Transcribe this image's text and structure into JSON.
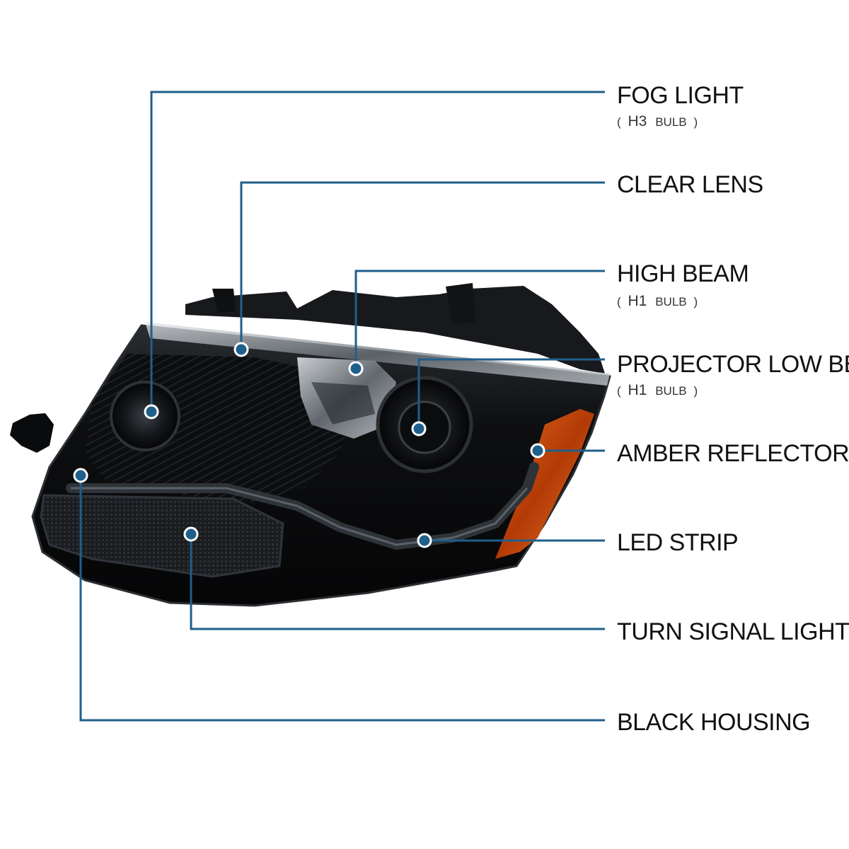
{
  "colors": {
    "leader_line": "#1f5f8b",
    "marker_fill": "#1f5f8b",
    "marker_ring": "#ffffff",
    "housing": "#0b0c0e",
    "amber": "#c8460a",
    "chrome": "#9aa3ab"
  },
  "callouts": [
    {
      "id": "fog-light",
      "title": "FOG LIGHT",
      "sub": {
        "open": "(",
        "bulb": "H3",
        "word": "BULB",
        "close": ")"
      }
    },
    {
      "id": "clear-lens",
      "title": "CLEAR LENS"
    },
    {
      "id": "high-beam",
      "title": "HIGH BEAM",
      "sub": {
        "open": "(",
        "bulb": "H1",
        "word": "BULB",
        "close": ")"
      }
    },
    {
      "id": "projector-low-beam",
      "title": "PROJECTOR LOW BEAM",
      "sub": {
        "open": "(",
        "bulb": "H1",
        "word": "BULB",
        "close": ")"
      }
    },
    {
      "id": "amber-reflector",
      "title": "AMBER REFLECTOR"
    },
    {
      "id": "led-strip",
      "title": "LED STRIP"
    },
    {
      "id": "turn-signal-light",
      "title": "TURN SIGNAL LIGHT"
    },
    {
      "id": "black-housing",
      "title": "BLACK HOUSING"
    }
  ]
}
